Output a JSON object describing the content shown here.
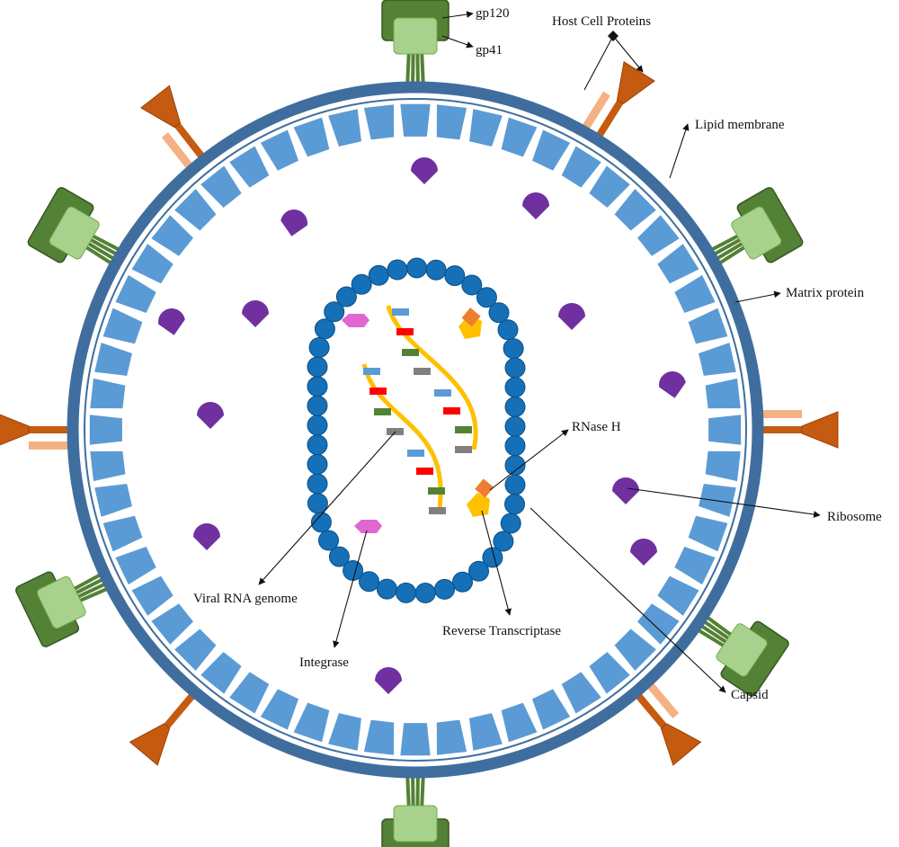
{
  "labels": {
    "gp120": "gp120",
    "gp41": "gp41",
    "host_cell_proteins": "Host Cell Proteins",
    "lipid_membrane": "Lipid membrane",
    "matrix_protein": "Matrix protein",
    "rnase_h": "RNase H",
    "ribosome": "Ribosome",
    "viral_rna_genome": "Viral RNA genome",
    "reverse_transcriptase": "Reverse Transcriptase",
    "integrase": "Integrase",
    "capsid": "Capsid"
  },
  "colors": {
    "membrane": "#3f6e9e",
    "matrix": "#5b9bd5",
    "capsid_bead": "#1570b8",
    "gp120": "#538135",
    "gp41": "#a9d18e",
    "host_protein": "#c55a11",
    "host_protein_light": "#f4b183",
    "ribosome": "#7030a0",
    "integrase": "#e066d0",
    "rt_body": "#ffc000",
    "rnase_h": "#ed7d31",
    "rna_backbone": "#ffc000",
    "bases": [
      "#5b9bd5",
      "#ff0000",
      "#548235",
      "#808080"
    ]
  },
  "icons": {
    "gp120": "glycoprotein-spike-icon",
    "host_protein": "host-protein-icon",
    "ribosome": "ribosome-icon",
    "integrase": "integrase-icon",
    "reverse_transcriptase": "reverse-transcriptase-icon"
  }
}
